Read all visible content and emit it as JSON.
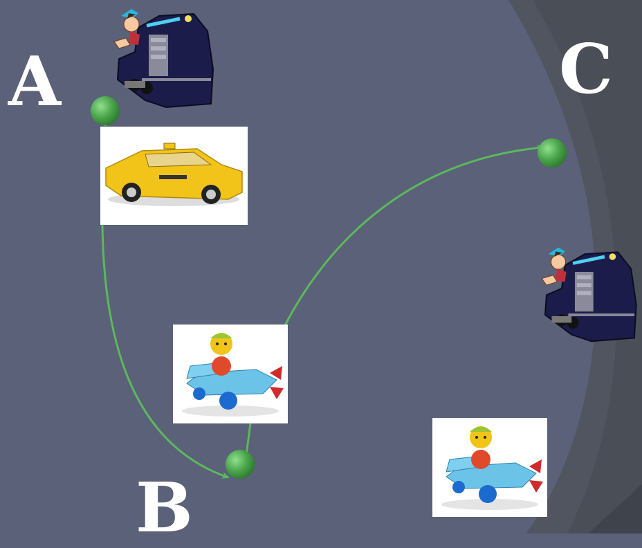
{
  "labels": {
    "a": "A",
    "b": "B",
    "c": "C"
  },
  "colors": {
    "background": "#5a6178",
    "background_dark": "#4a4f5c",
    "path": "#5cb85c",
    "dot": "#4ca64c",
    "label": "#ffffff"
  },
  "icons": {
    "train": "locomotive-with-driver-icon",
    "taxi": "yellow-taxi-car-icon",
    "plane": "toy-airplane-icon"
  }
}
